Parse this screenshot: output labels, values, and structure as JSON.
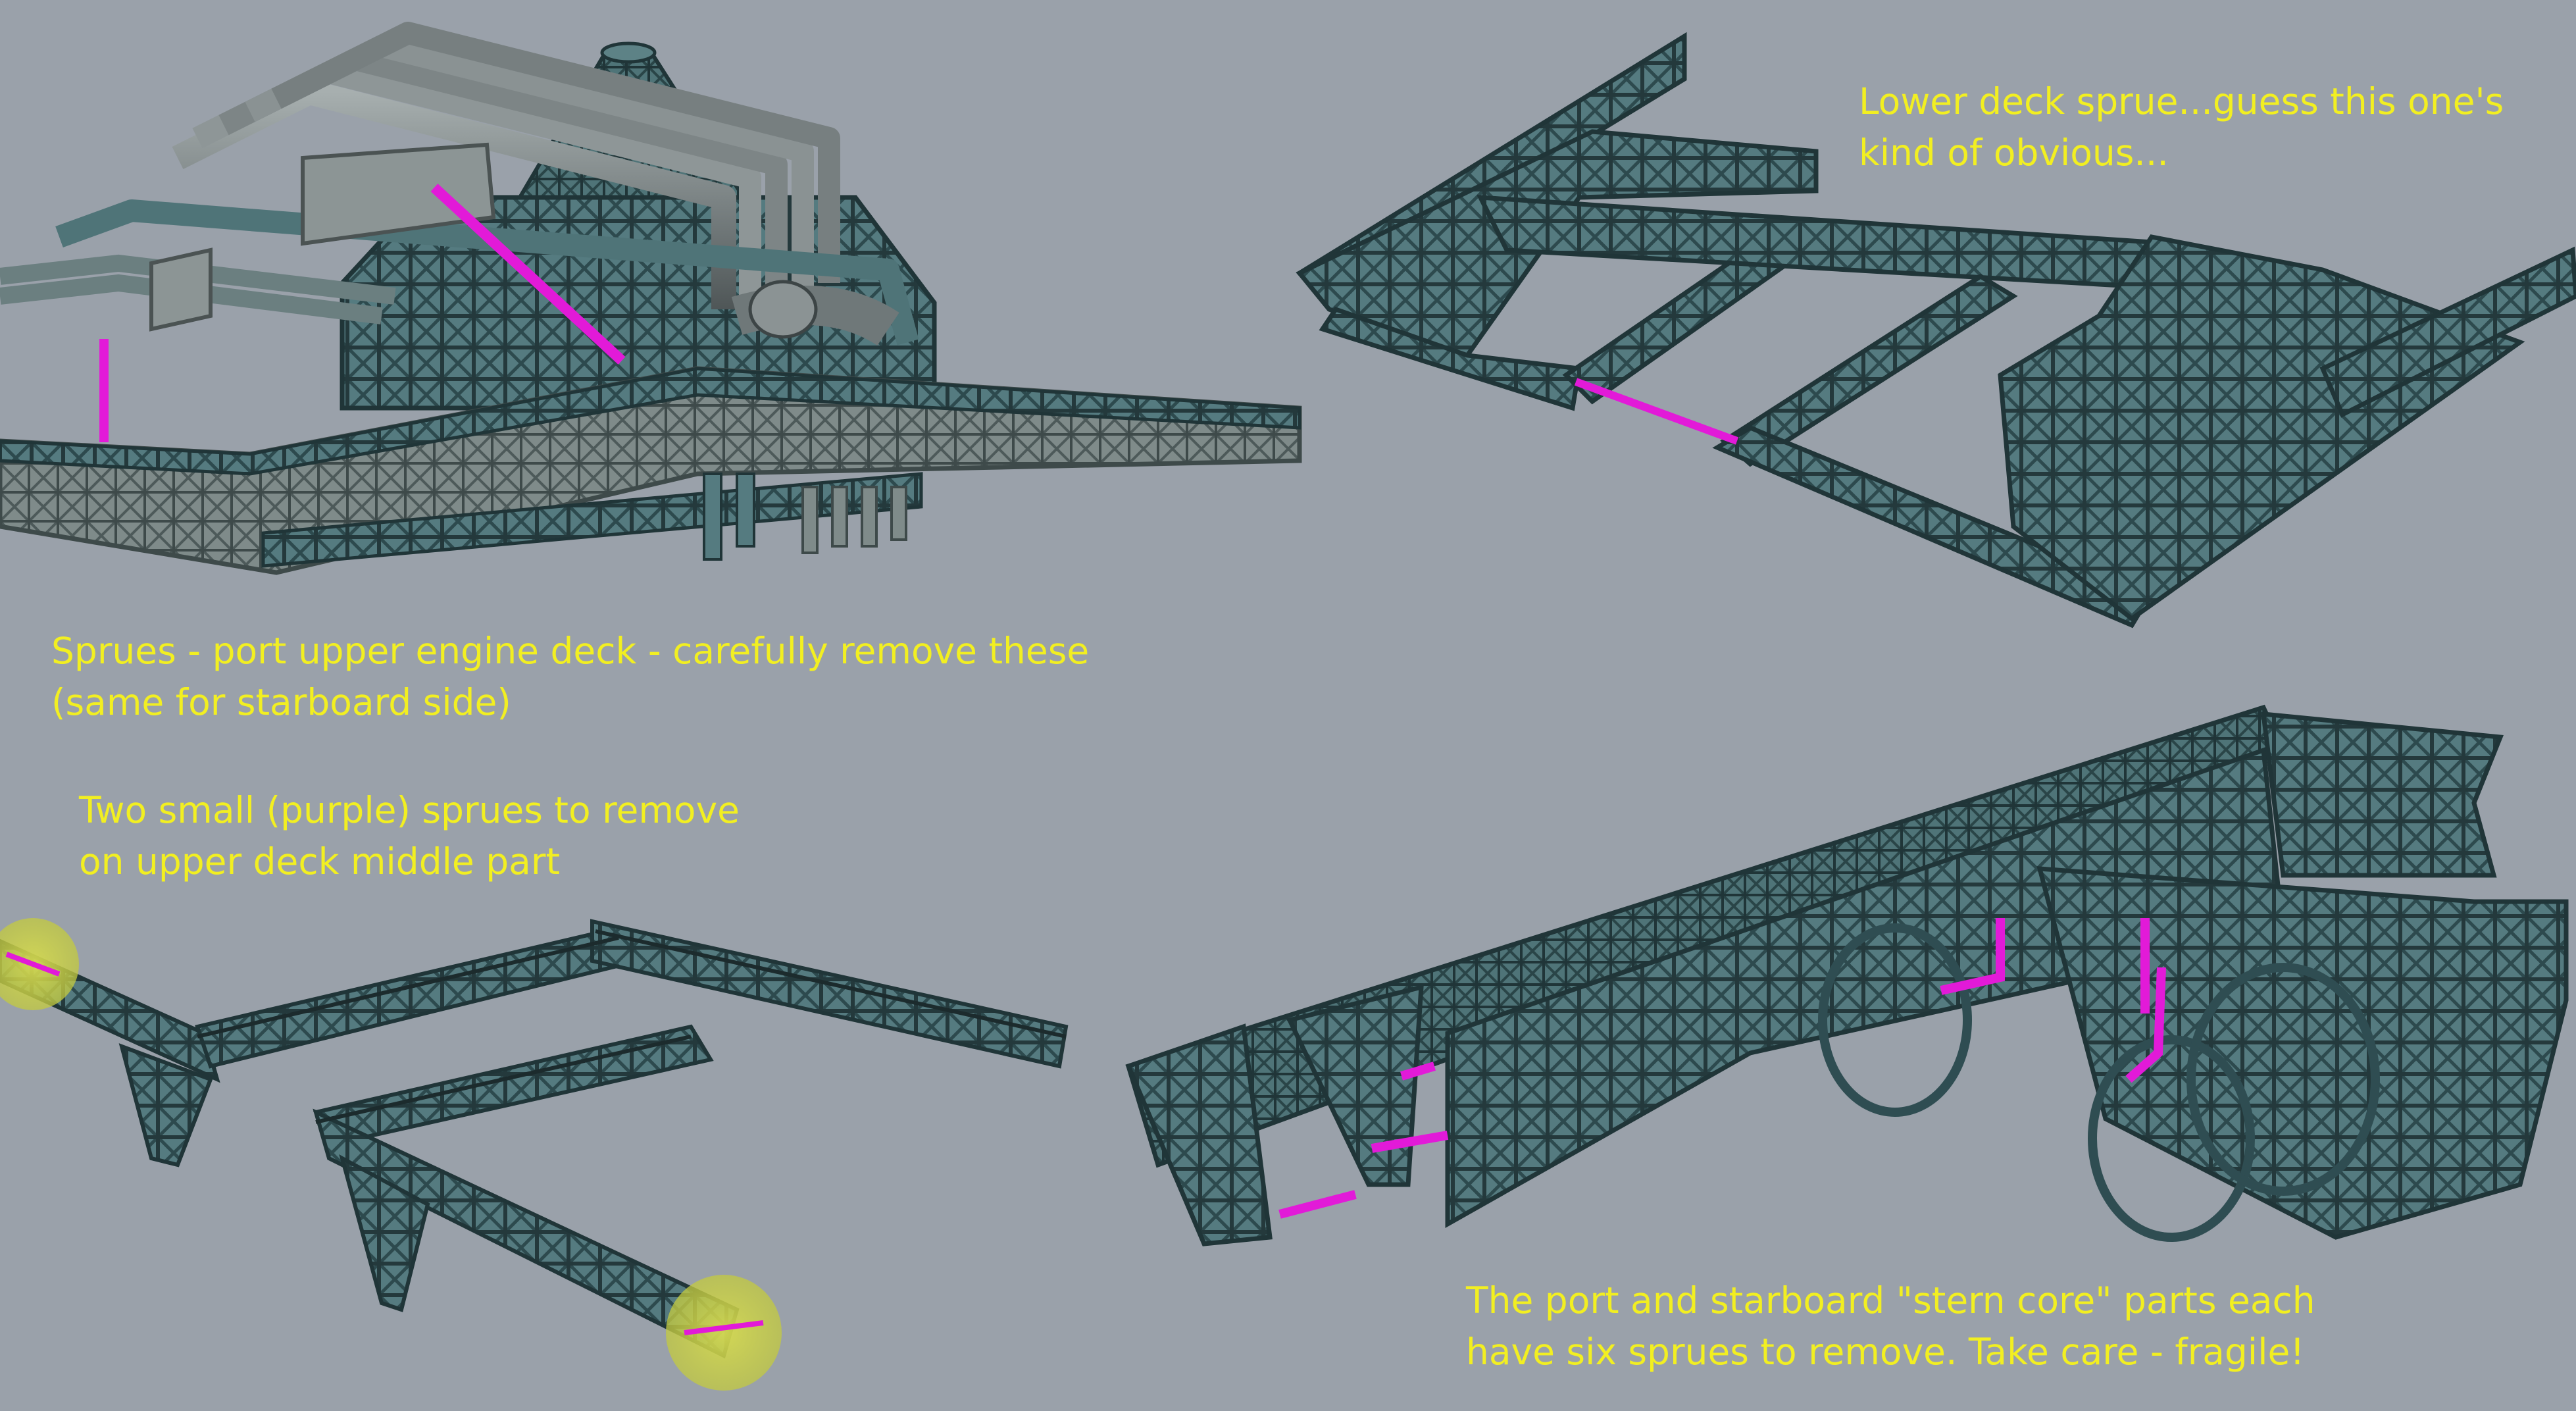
{
  "colors": {
    "background": "#9aa1aa",
    "frame": "#486e74",
    "frame_dark": "#2f4d52",
    "frame_light": "#6f9296",
    "pipe": "#7e8687",
    "sprue": "#e21ad8",
    "highlight": "#c9d048",
    "caption": "#f2ef21"
  },
  "captions": {
    "upper_engine_deck": {
      "line1": "Sprues - port upper engine deck - carefully remove these",
      "line2": "(same for starboard side)"
    },
    "lower_deck": {
      "line1": "Lower deck sprue...guess this one's",
      "line2": "kind of obvious..."
    },
    "upper_deck_middle": {
      "line1": "Two small (purple) sprues to remove",
      "line2": "on upper deck middle part"
    },
    "stern_core": {
      "line1": "The port and starboard \"stern core\" parts each",
      "line2": "have six sprues to remove. Take care - fragile!"
    }
  },
  "renders": {
    "upper_engine_deck": {
      "sprue_count": 2
    },
    "lower_deck": {
      "sprue_count": 1
    },
    "upper_deck_middle": {
      "sprue_count": 2
    },
    "stern_core": {
      "sprue_count": 6
    }
  }
}
